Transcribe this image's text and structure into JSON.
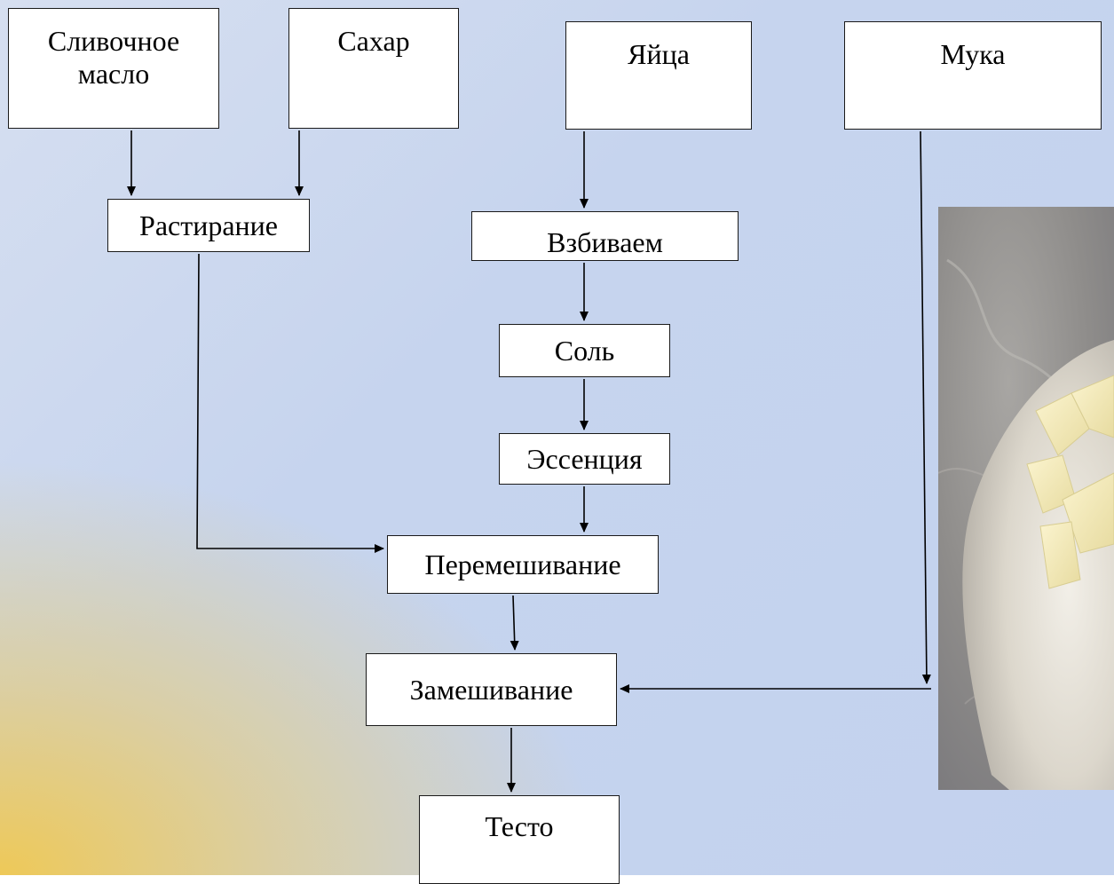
{
  "nodes": {
    "butter": "Сливочное масло",
    "sugar": "Сахар",
    "eggs": "Яйца",
    "flour": "Мука",
    "creaming": "Растирание",
    "whisking": "Взбиваем",
    "salt": "Соль",
    "essence": "Эссенция",
    "mixing": "Перемешивание",
    "kneading": "Замешивание",
    "dough": "Тесто"
  },
  "colors": {
    "background_blue": "#c6d4ee",
    "background_yellow": "#f0c850",
    "box_fill": "#ffffff",
    "line": "#000000"
  },
  "photo": {
    "subject": "flour-with-butter-photo"
  }
}
